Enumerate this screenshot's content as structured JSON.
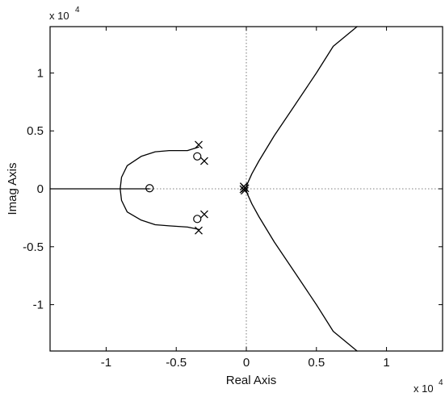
{
  "chart_data": {
    "type": "root-locus",
    "title": "",
    "xlabel": "Real Axis",
    "ylabel": "Imag Axis",
    "xlim": [
      -14000,
      14000
    ],
    "ylim": [
      -14000,
      14000
    ],
    "x_ticks": [
      -10000,
      -5000,
      0,
      5000,
      10000
    ],
    "x_tick_labels": [
      "-1",
      "-0.5",
      "0",
      "0.5",
      "1"
    ],
    "y_ticks": [
      10000,
      5000,
      0,
      -5000,
      -10000
    ],
    "y_tick_labels": [
      "1",
      "0.5",
      "0",
      "-0.5",
      "-1"
    ],
    "x_multiplier": {
      "base": "x 10",
      "exp": "4"
    },
    "y_multiplier": {
      "base": "x 10",
      "exp": "4"
    },
    "reference_lines": {
      "x": 0,
      "y": 0,
      "style": "dotted"
    },
    "poles": [
      {
        "x": -3400,
        "y": 3800
      },
      {
        "x": -3000,
        "y": 2400
      },
      {
        "x": -3000,
        "y": -2200
      },
      {
        "x": -3400,
        "y": -3600
      },
      {
        "x": -180,
        "y": 200
      },
      {
        "x": -120,
        "y": -150
      },
      {
        "x": -80,
        "y": 50
      },
      {
        "x": -200,
        "y": -40
      }
    ],
    "zeros": [
      {
        "x": -6900,
        "y": 50
      },
      {
        "x": -3500,
        "y": 2800
      },
      {
        "x": -3500,
        "y": -2600
      }
    ],
    "branches": [
      {
        "points": [
          [
            -14000,
            0
          ],
          [
            -6900,
            0
          ]
        ]
      },
      {
        "points": [
          [
            -3400,
            3600
          ],
          [
            -4200,
            3300
          ],
          [
            -5500,
            3300
          ],
          [
            -6500,
            3200
          ],
          [
            -7500,
            2800
          ],
          [
            -8500,
            2000
          ],
          [
            -8900,
            1000
          ],
          [
            -9000,
            0
          ],
          [
            -8900,
            -1000
          ],
          [
            -8500,
            -2000
          ],
          [
            -7500,
            -2700
          ],
          [
            -6500,
            -3100
          ],
          [
            -5500,
            -3200
          ],
          [
            -4200,
            -3300
          ],
          [
            -3400,
            -3500
          ]
        ]
      },
      {
        "points": [
          [
            -50,
            0
          ],
          [
            100,
            500
          ],
          [
            400,
            1300
          ],
          [
            900,
            2400
          ],
          [
            2000,
            4600
          ],
          [
            3500,
            7300
          ],
          [
            5000,
            10000
          ],
          [
            6200,
            12300
          ],
          [
            7900,
            14000
          ]
        ]
      },
      {
        "points": [
          [
            -50,
            0
          ],
          [
            100,
            -500
          ],
          [
            400,
            -1300
          ],
          [
            900,
            -2400
          ],
          [
            2000,
            -4600
          ],
          [
            3500,
            -7300
          ],
          [
            5000,
            -10000
          ],
          [
            6200,
            -12300
          ],
          [
            7900,
            -14000
          ]
        ]
      }
    ]
  }
}
